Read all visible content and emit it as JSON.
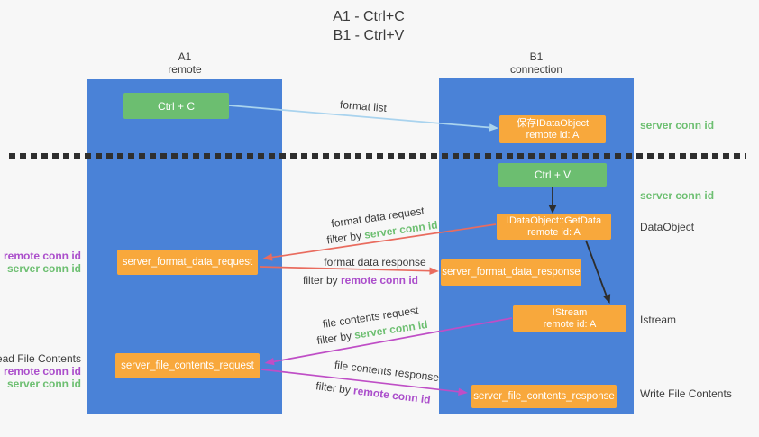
{
  "title": {
    "line1": "A1 - Ctrl+C",
    "line2": "B1 - Ctrl+V"
  },
  "columns": {
    "left": {
      "name": "A1",
      "subtitle": "remote"
    },
    "right": {
      "name": "B1",
      "subtitle": "connection"
    }
  },
  "nodes": {
    "ctrl_c": {
      "label": "Ctrl + C"
    },
    "ctrl_v": {
      "label": "Ctrl + V"
    },
    "save_idataobject": {
      "line1": "保存IDataObject",
      "line2": "remote id: A"
    },
    "getdata": {
      "line1": "IDataObject::GetData",
      "line2": "remote id: A"
    },
    "istream": {
      "line1": "IStream",
      "line2": "remote id: A"
    },
    "format_request": {
      "label": "server_format_data_request"
    },
    "format_response": {
      "label": "server_format_data_response"
    },
    "file_request": {
      "label": "server_file_contents_request"
    },
    "file_response": {
      "label": "server_file_contents_response"
    }
  },
  "arrow_labels": {
    "format_list": "format list",
    "format_request": {
      "text": "format data request",
      "filter_prefix": "filter by ",
      "filter_key": "server conn id"
    },
    "format_response": {
      "text": "format data response",
      "filter_prefix": "filter by ",
      "filter_key": "remote conn id"
    },
    "file_request": {
      "text": "file contents request",
      "filter_prefix": "filter by ",
      "filter_key": "server conn id"
    },
    "file_response": {
      "text": "file contents response",
      "filter_prefix": "filter by ",
      "filter_key": "remote conn id"
    }
  },
  "side_labels": {
    "left_format": {
      "remote": "remote conn id",
      "server": "server conn id"
    },
    "left_file": {
      "title": "Read File Contents",
      "remote": "remote conn id",
      "server": "server conn id"
    },
    "right_conn_top": "server conn id",
    "right_conn_mid": "server conn id",
    "right_dataobject": "DataObject",
    "right_istream": "Istream",
    "right_write": "Write File Contents"
  },
  "colors": {
    "background": "#f7f7f7",
    "column_blue": "#4a82d7",
    "box_green": "#6cbe70",
    "box_orange": "#f8a83c",
    "arrow_light_blue": "#a9d3ee",
    "arrow_red": "#e96c5f",
    "arrow_magenta": "#bf4ec6",
    "arrow_black": "#2d2d2d",
    "text_green": "#6dbf71",
    "text_purple": "#ab4ecb",
    "text_dark": "#3c3c3c"
  }
}
